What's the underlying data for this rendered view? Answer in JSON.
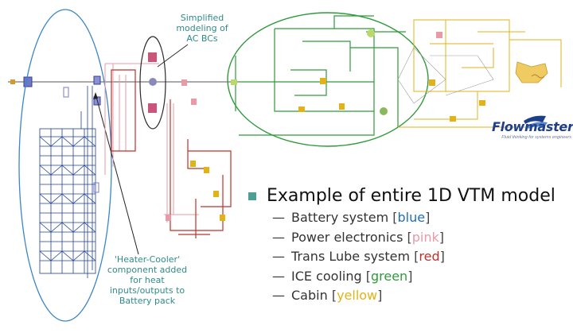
{
  "annotations": {
    "simplified_modeling": "Simplified modeling of AC BCs",
    "heater_cooler": "'Heater-Cooler' component added for heat inputs/outputs to Battery pack"
  },
  "brand": {
    "name": "Flowmaster",
    "tagline": "Fluid thinking for systems engineers"
  },
  "legend": {
    "title": "Example of entire 1D VTM model",
    "items": [
      {
        "label": "Battery system",
        "color_name": "blue",
        "color": "#1f6fc0"
      },
      {
        "label": "Power electronics",
        "color_name": "pink",
        "color": "#e89aa8"
      },
      {
        "label": "Trans Lube system",
        "color_name": "red",
        "color": "#c0302a"
      },
      {
        "label": "ICE cooling",
        "color_name": "green",
        "color": "#2f9a3a"
      },
      {
        "label": "Cabin",
        "color_name": "yellow",
        "color": "#e2b319"
      }
    ]
  },
  "colors": {
    "annotation_text": "#2e8b88",
    "battery_ellipse": "#3a86c8",
    "ac_ellipse": "#2a2a2a",
    "ice_ellipse": "#2f9a3a",
    "battery_lines": "#1f3f9a",
    "pink_lines": "#e89aa8",
    "red_lines": "#c0302a",
    "green_lines": "#2f9a3a",
    "yellow_lines": "#e2b319",
    "main_line": "#555555",
    "legend_bullet": "#4f9e94"
  },
  "icons": {
    "legend_bullet": "square-bullet-icon",
    "logo_mark": "flowmaster-logo-icon"
  }
}
